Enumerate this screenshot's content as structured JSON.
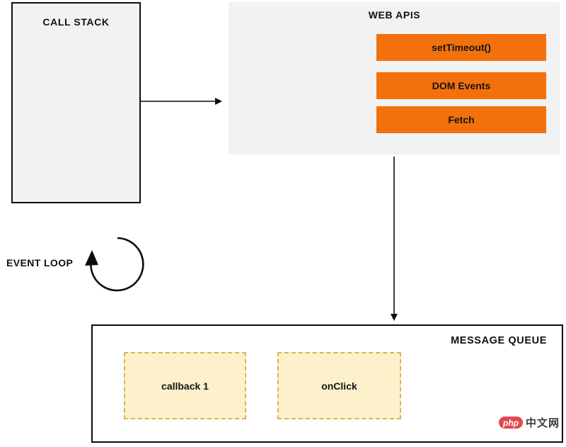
{
  "diagram": {
    "call_stack": {
      "title": "CALL STACK"
    },
    "web_apis": {
      "title": "WEB APIS",
      "items": [
        {
          "label": "setTimeout()"
        },
        {
          "label": "DOM Events"
        },
        {
          "label": "Fetch"
        }
      ]
    },
    "event_loop": {
      "label": "EVENT LOOP"
    },
    "message_queue": {
      "title": "MESSAGE QUEUE",
      "items": [
        {
          "label": "callback 1"
        },
        {
          "label": "onClick"
        }
      ]
    },
    "colors": {
      "api_box_orange": "#F2710C",
      "region_gray": "#F2F2F2",
      "queue_item_fill": "#FDF1CC",
      "queue_item_border": "#D6B656",
      "line_black": "#0D0D0D",
      "watermark_red": "#E2484D"
    }
  },
  "watermark": {
    "logo_text": "php",
    "site_text": "中文网"
  }
}
